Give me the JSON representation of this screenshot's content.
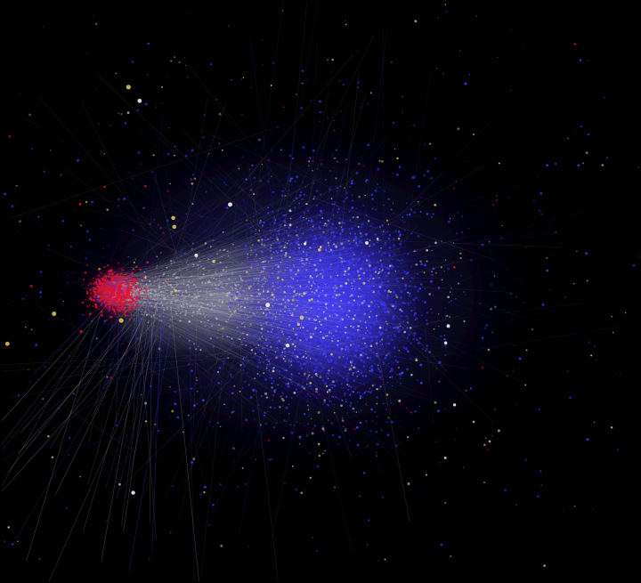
{
  "visualization": {
    "kind": "network-graph",
    "background_color": "#000000",
    "has_text": false,
    "clusters": [
      {
        "name": "red-cluster",
        "color": "#d0103a"
      },
      {
        "name": "blue-cluster-main",
        "color": "#3a2cff"
      },
      {
        "name": "gray-bridge",
        "color": "#b4b4b4"
      }
    ],
    "node_colors": {
      "blue": "#3b3bff",
      "red": "#e01030",
      "gray": "#c8c8c8",
      "yellow": "#e8d050",
      "white": "#ffffff"
    }
  }
}
